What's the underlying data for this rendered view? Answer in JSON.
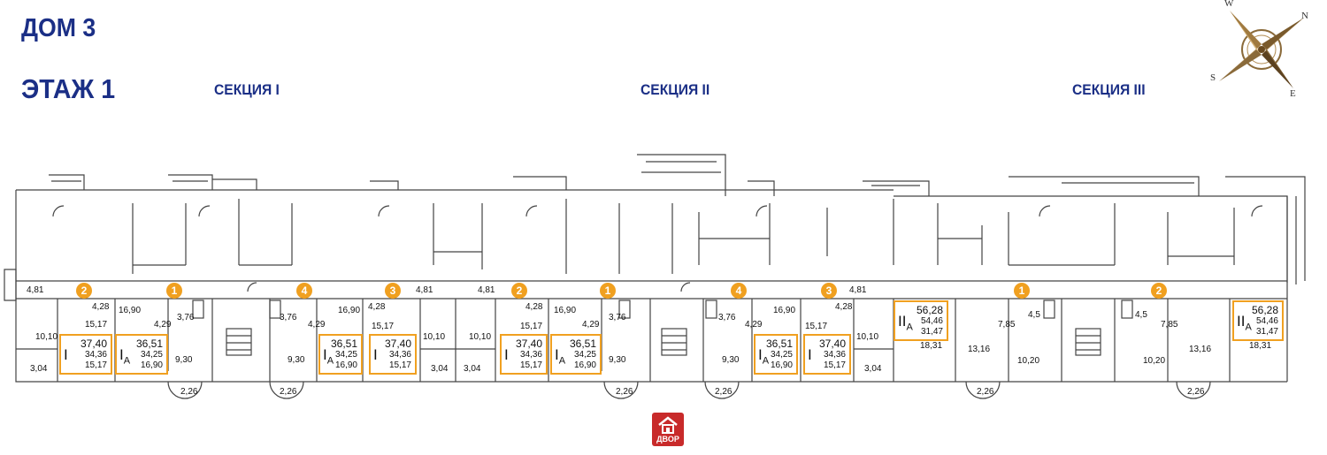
{
  "header": {
    "house": "ДОМ 3",
    "floor": "ЭТАЖ 1"
  },
  "sections": [
    "СЕКЦИЯ I",
    "СЕКЦИЯ II",
    "СЕКЦИЯ III"
  ],
  "yard_label": "ДВОР",
  "compass": {
    "n": "N",
    "w": "W",
    "s": "S",
    "e": "E"
  },
  "colors": {
    "title": "#1b2f86",
    "badge": "#f0a020",
    "yard": "#c82a2a"
  },
  "badges": [
    "2",
    "1",
    "4",
    "3",
    "2",
    "1",
    "4",
    "3",
    "1",
    "2"
  ],
  "apartments": [
    {
      "type": "I",
      "sub": "",
      "total": "37,40",
      "v2": "34,36",
      "v3": "15,17"
    },
    {
      "type": "I",
      "sub": "А",
      "total": "36,51",
      "v2": "34,25",
      "v3": "16,90"
    },
    {
      "type": "I",
      "sub": "А",
      "total": "36,51",
      "v2": "34,25",
      "v3": "16,90"
    },
    {
      "type": "I",
      "sub": "",
      "total": "37,40",
      "v2": "34,36",
      "v3": "15,17"
    },
    {
      "type": "I",
      "sub": "",
      "total": "37,40",
      "v2": "34,36",
      "v3": "15,17"
    },
    {
      "type": "I",
      "sub": "А",
      "total": "36,51",
      "v2": "34,25",
      "v3": "16,90"
    },
    {
      "type": "I",
      "sub": "А",
      "total": "36,51",
      "v2": "34,25",
      "v3": "16,90"
    },
    {
      "type": "I",
      "sub": "",
      "total": "37,40",
      "v2": "34,36",
      "v3": "15,17"
    },
    {
      "type": "II",
      "sub": "А",
      "total": "56,28",
      "v2": "54,46",
      "v3": "31,47"
    },
    {
      "type": "II",
      "sub": "А",
      "total": "56,28",
      "v2": "54,46",
      "v3": "31,47"
    }
  ],
  "room_labels": [
    "4,81",
    "4,28",
    "15,17",
    "10,10",
    "3,04",
    "2,26",
    "16,90",
    "4,29",
    "3,76",
    "9,30",
    "3,76",
    "16,90",
    "4,29",
    "9,30",
    "2,26",
    "4,28",
    "15,17",
    "4,81",
    "10,10",
    "3,04",
    "4,81",
    "4,28",
    "15,17",
    "10,10",
    "3,04",
    "16,90",
    "4,29",
    "3,76",
    "9,30",
    "2,26",
    "3,76",
    "16,90",
    "4,29",
    "9,30",
    "2,26",
    "4,28",
    "15,17",
    "4,81",
    "10,10",
    "3,04",
    "18,31",
    "4,5",
    "7,85",
    "13,16",
    "10,20",
    "2,26",
    "4,5",
    "7,85",
    "10,20",
    "13,16",
    "18,31",
    "2,26"
  ]
}
